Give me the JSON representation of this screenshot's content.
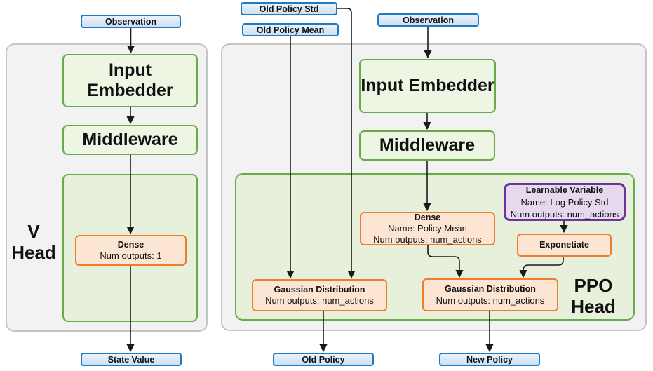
{
  "palette": {
    "blue_border": "#1e7ac2",
    "blue_fill_light": "#eaf3fb",
    "blue_fill_dark": "#cde0f2",
    "green_border": "#6aab48",
    "green_node_fill": "#edf5e3",
    "green_container_fill": "#e6f0db",
    "orange_border": "#ed7d31",
    "orange_fill": "#fce5d3",
    "purple_border": "#7030a0",
    "purple_fill": "#e6d9ee",
    "container_fill": "#f2f2f2",
    "container_border": "#c5c5c5",
    "arrow": "#1a1a1a"
  },
  "v_head": {
    "label_line1": "V",
    "label_line2": "Head",
    "observation": "Observation",
    "input_embedder": "Input Embedder",
    "middleware": "Middleware",
    "dense_title": "Dense",
    "dense_detail": "Num outputs: 1",
    "output": "State Value"
  },
  "ppo_head": {
    "label_line1": "PPO",
    "label_line2": "Head",
    "old_policy_std": "Old Policy Std",
    "old_policy_mean": "Old Policy Mean",
    "observation": "Observation",
    "input_embedder": "Input Embedder",
    "middleware": "Middleware",
    "dense_title": "Dense",
    "dense_name": "Name: Policy Mean",
    "dense_outputs": "Num outputs: num_actions",
    "learnable_title": "Learnable Variable",
    "learnable_name": "Name: Log Policy Std",
    "learnable_outputs": "Num outputs: num_actions",
    "exponetiate": "Exponetiate",
    "gaussian_old_title": "Gaussian Distribution",
    "gaussian_old_detail": "Num outputs: num_actions",
    "gaussian_new_title": "Gaussian Distribution",
    "gaussian_new_detail": "Num outputs: num_actions",
    "output_old": "Old Policy",
    "output_new": "New Policy"
  }
}
